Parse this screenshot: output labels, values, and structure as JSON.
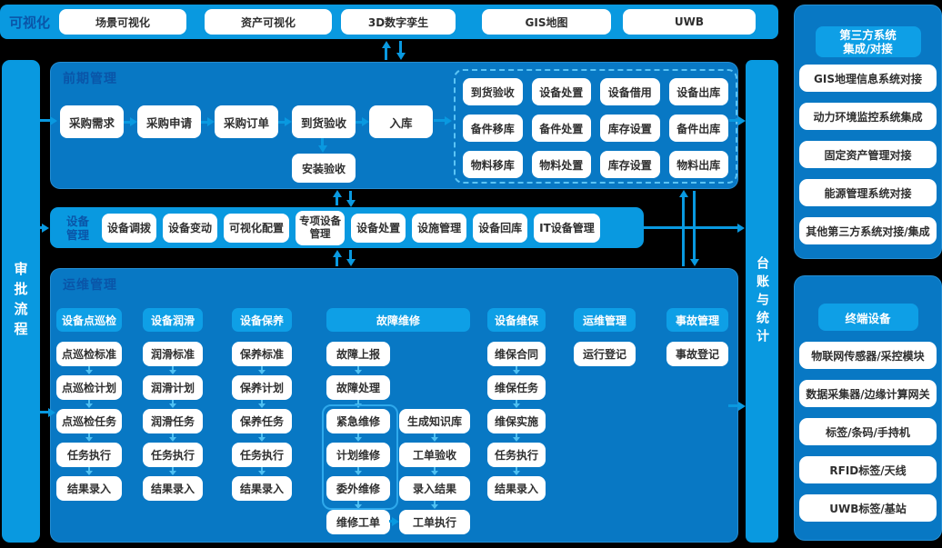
{
  "colors": {
    "background": "#000000",
    "bar_blue": "#0999E0",
    "panel_blue": "#0878C4",
    "header_box_blue": "#0E9FE6",
    "section_title_blue": "#0A55A8",
    "box_text": "#2F2F2F",
    "small_arrow_blue": "#4FC0F2",
    "dashed_border_blue": "#5BC4F5"
  },
  "top_bar": {
    "label": "可视化",
    "items": [
      "场景可视化",
      "资产可视化",
      "3D数字孪生",
      "GIS地图",
      "UWB"
    ]
  },
  "side_bars": {
    "left": "审批流程",
    "right": "台账与统计"
  },
  "early": {
    "title": "前期管理",
    "flow": [
      "采购需求",
      "采购申请",
      "采购订单",
      "到货验收",
      "入库"
    ],
    "branch": "安装验收",
    "warehouse": [
      "到货验收",
      "设备处置",
      "设备借用",
      "设备出库",
      "备件移库",
      "备件处置",
      "库存设置",
      "备件出库",
      "物料移库",
      "物料处置",
      "库存设置",
      "物料出库"
    ]
  },
  "equipment": {
    "title": "设备\n管理",
    "items": [
      "设备调拨",
      "设备变动",
      "可视化配置",
      "专项设备\n管理",
      "设备处置",
      "设施管理",
      "设备回库",
      "IT设备管理"
    ]
  },
  "ops": {
    "title": "运维管理",
    "cols": [
      {
        "header": "设备点巡检",
        "items": [
          "点巡检标准",
          "点巡检计划",
          "点巡检任务",
          "任务执行",
          "结果录入"
        ]
      },
      {
        "header": "设备润滑",
        "items": [
          "润滑标准",
          "润滑计划",
          "润滑任务",
          "任务执行",
          "结果录入"
        ]
      },
      {
        "header": "设备保养",
        "items": [
          "保养标准",
          "保养计划",
          "保养任务",
          "任务执行",
          "结果录入"
        ]
      },
      {
        "header": "故障维修",
        "chain": [
          "故障上报",
          "故障处理",
          "紧急维修",
          "计划维修",
          "委外维修",
          "维修工单"
        ],
        "right_chain": [
          "生成知识库",
          "工单验收",
          "录入结果",
          "工单执行"
        ]
      },
      {
        "header": "设备维保",
        "items": [
          "维保合同",
          "维保任务",
          "维保实施",
          "任务执行",
          "结果录入"
        ]
      },
      {
        "header": "运维管理",
        "items": [
          "运行登记"
        ]
      },
      {
        "header": "事故管理",
        "items": [
          "事故登记"
        ]
      }
    ]
  },
  "third_party": {
    "title": "第三方系统\n集成/对接",
    "items": [
      "GIS地理信息系统对接",
      "动力环境监控系统集成",
      "固定资产管理对接",
      "能源管理系统对接",
      "其他第三方系统对接/集成"
    ]
  },
  "terminal": {
    "title": "终端设备",
    "items": [
      "物联网传感器/采控模块",
      "数据采集器/边缘计算网关",
      "标签/条码/手持机",
      "RFID标签/天线",
      "UWB标签/基站"
    ]
  }
}
